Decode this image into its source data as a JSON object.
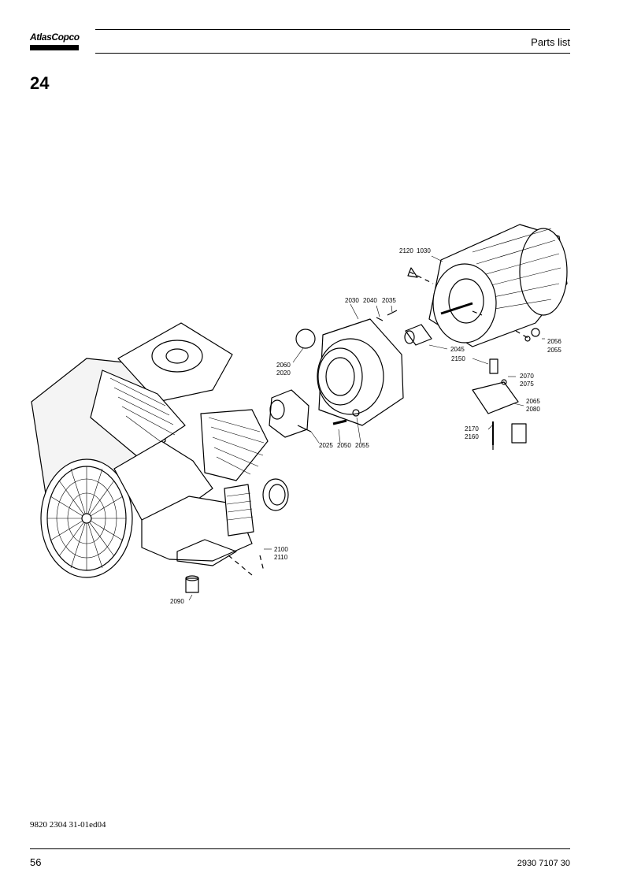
{
  "header": {
    "brand": "AtlasCopco",
    "title": "Parts list"
  },
  "section": {
    "number": "24"
  },
  "diagram": {
    "labels": [
      "2120",
      "1030",
      "2030",
      "2040",
      "2035",
      "2060",
      "2020",
      "2045",
      "2150",
      "2056",
      "2055",
      "2070",
      "2075",
      "2065",
      "2080",
      "2170",
      "2160",
      "2025",
      "2050",
      "2055",
      "2100",
      "2110",
      "2090"
    ]
  },
  "footer": {
    "doc_code": "9820 2304 31-01ed04",
    "page_number": "56",
    "part_number": "2930 7107 30"
  }
}
